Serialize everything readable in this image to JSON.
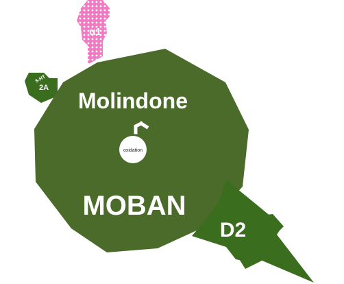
{
  "drug_name": "Molindone",
  "brand_name": "MOBAN",
  "center_label": "oxidation",
  "receptors": {
    "d2": {
      "label": "D2",
      "color": "#3a6e1e"
    },
    "ht2a": {
      "label_top": "5-HT",
      "label_bottom": "2A",
      "color": "#3a6e1e"
    },
    "alpha1": {
      "label": "α1",
      "color": "#f07bc4"
    }
  },
  "colors": {
    "body": "#4a6b29",
    "center_circle": "#ffffff"
  }
}
